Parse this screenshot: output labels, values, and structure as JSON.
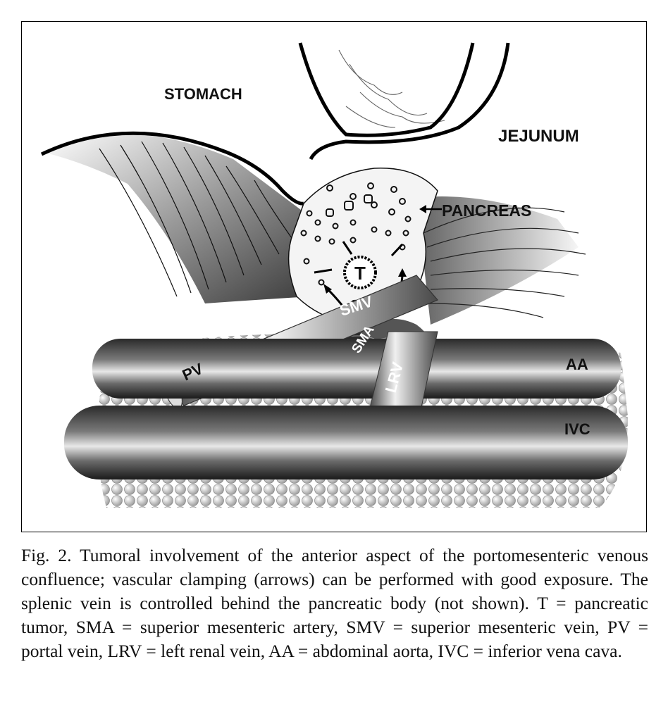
{
  "labels": {
    "stomach": "STOMACH",
    "jejunum": "JEJUNUM",
    "pancreas": "PANCREAS",
    "tumor": "T",
    "smv": "SMV",
    "sma": "SMA",
    "pv": "PV",
    "lrv": "LRV",
    "aa": "AA",
    "ivc": "IVC"
  },
  "caption": "Fig. 2. Tumoral involvement of the anterior aspect of the portomesenteric venous confluence; vascular clamping (arrows) can be performed with good exposure. The splenic vein is controlled behind the pancreatic body (not shown). T = pancreatic tumor, SMA = superior mesenteric artery, SMV = superior mesenteric vein, PV = portal vein, LRV = left renal vein, AA = abdominal aorta, IVC = inferior vena cava."
}
